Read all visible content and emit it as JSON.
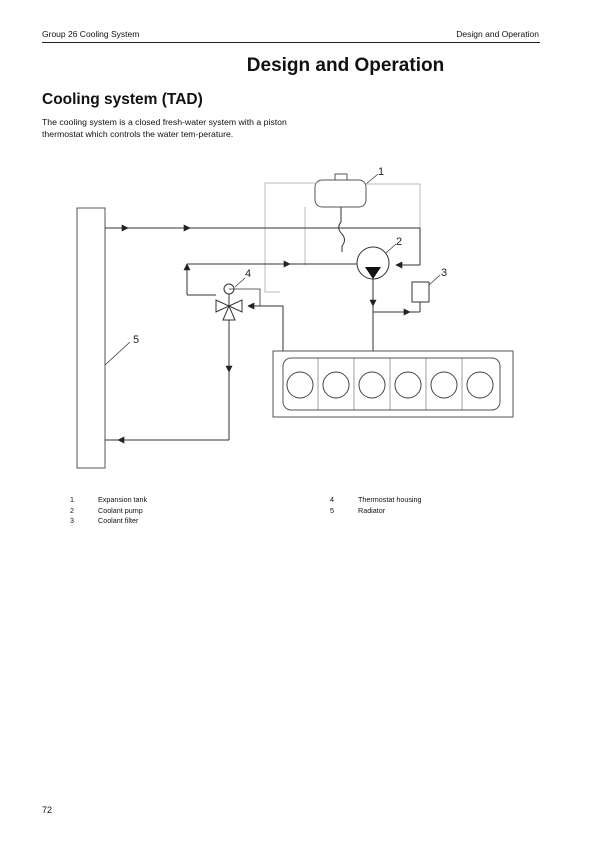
{
  "header": {
    "left": "Group 26 Cooling System",
    "right": "Design and Operation"
  },
  "title": "Design and Operation",
  "section_title": "Cooling system (TAD)",
  "intro": "The cooling system is a closed fresh-water system with a piston thermostat which controls the water tem-perature.",
  "diagram": {
    "callouts": [
      "1",
      "2",
      "3",
      "4",
      "5"
    ]
  },
  "legend": {
    "left": [
      {
        "num": "1",
        "label": "Expansion  tank"
      },
      {
        "num": "2",
        "label": "Coolant pump"
      },
      {
        "num": "3",
        "label": "Coolant filter"
      }
    ],
    "right": [
      {
        "num": "4",
        "label": "Thermostat  housing"
      },
      {
        "num": "5",
        "label": "Radiator"
      }
    ]
  },
  "page_number": "72"
}
